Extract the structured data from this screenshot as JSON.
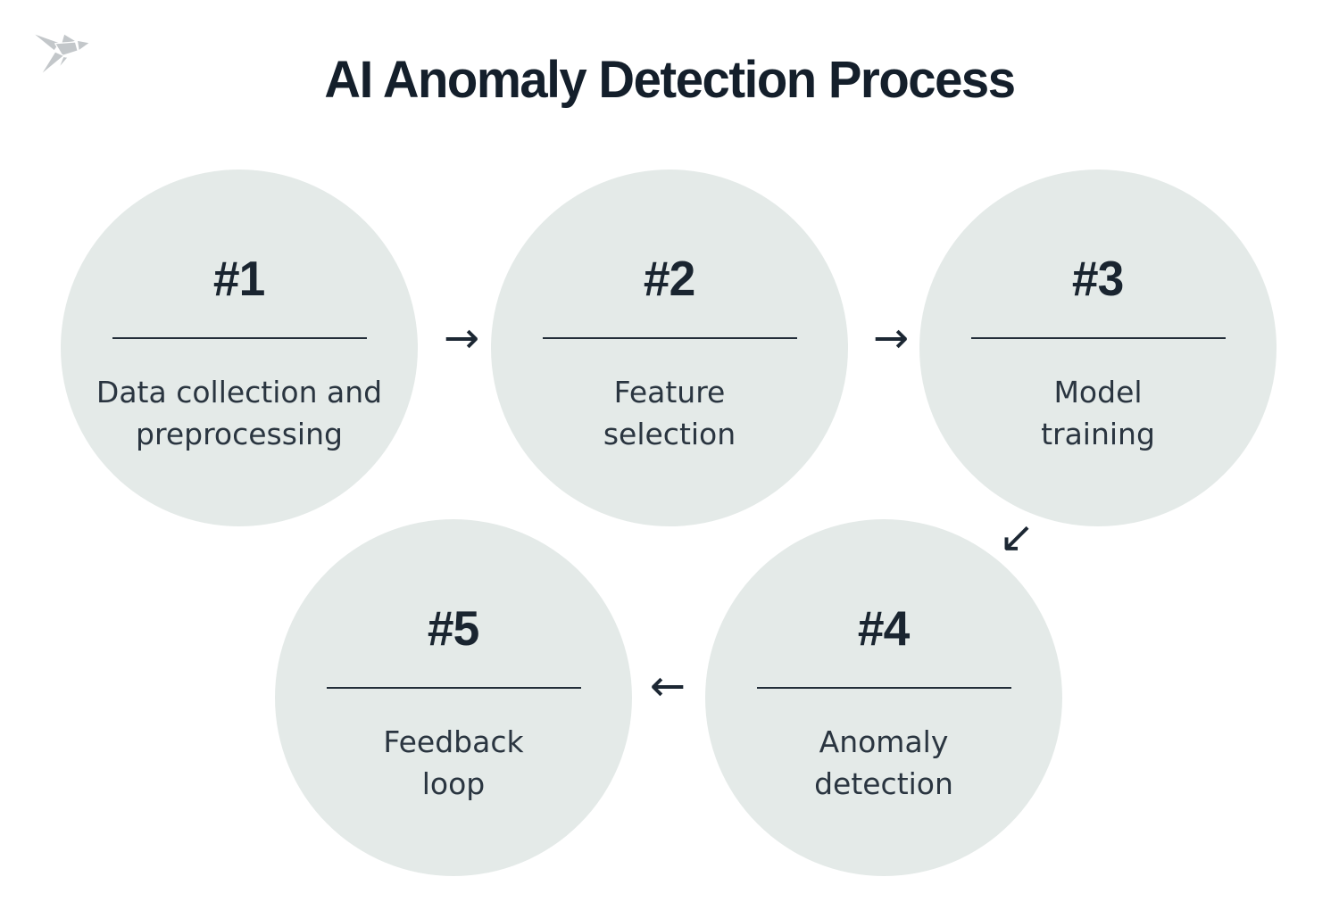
{
  "title": "AI Anomaly Detection Process",
  "logo": {
    "name": "origami-bird-logo"
  },
  "steps": [
    {
      "number": "#1",
      "lines": [
        "Data collection and",
        "preprocessing"
      ]
    },
    {
      "number": "#2",
      "lines": [
        "Feature",
        "selection"
      ]
    },
    {
      "number": "#3",
      "lines": [
        "Model",
        "training"
      ]
    },
    {
      "number": "#4",
      "lines": [
        "Anomaly",
        "detection"
      ]
    },
    {
      "number": "#5",
      "lines": [
        "Feedback",
        "loop"
      ]
    }
  ],
  "arrows": [
    {
      "glyph": "→",
      "from": "#1",
      "to": "#2",
      "direction": "right"
    },
    {
      "glyph": "→",
      "from": "#2",
      "to": "#3",
      "direction": "right"
    },
    {
      "glyph": "↙",
      "from": "#3",
      "to": "#4",
      "direction": "down-left"
    },
    {
      "glyph": "←",
      "from": "#4",
      "to": "#5",
      "direction": "left"
    }
  ],
  "colors": {
    "background": "#ffffff",
    "circle_fill": "#e4eae8",
    "title_text": "#141f2b",
    "body_text": "#2a3540",
    "divider": "#232e39",
    "logo_gray": "#c3c7ca"
  }
}
